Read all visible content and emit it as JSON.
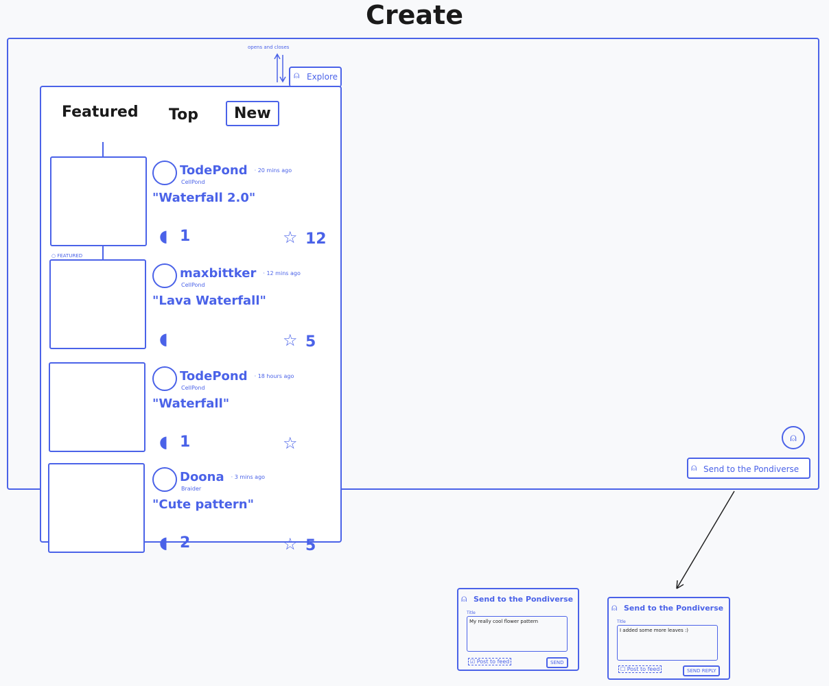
{
  "page": {
    "title": "Create"
  },
  "annotation": {
    "opens_closes": "opens and closes"
  },
  "explore_tab": {
    "label": "Explore",
    "icon": "rocket-icon"
  },
  "feed": {
    "tabs": [
      {
        "label": "Featured"
      },
      {
        "label": "Top"
      },
      {
        "label": "New",
        "selected": true
      }
    ],
    "featured_label": "FEATURED",
    "posts": [
      {
        "author": "TodePond",
        "project": "CellPond",
        "time": "20 mins ago",
        "title": "\"Waterfall 2.0\"",
        "comments": "1",
        "stars": "12"
      },
      {
        "author": "maxbittker",
        "project": "CellPond",
        "time": "12 mins ago",
        "title": "\"Lava Waterfall\"",
        "comments": "",
        "stars": "5"
      },
      {
        "author": "TodePond",
        "project": "CellPond",
        "time": "18 hours ago",
        "title": "\"Waterfall\"",
        "comments": "1",
        "stars": ""
      },
      {
        "author": "Doona",
        "project": "Braider",
        "time": "3 mins ago",
        "title": "\"Cute pattern\"",
        "comments": "2",
        "stars": "5"
      }
    ]
  },
  "canvas": {
    "send_button": "Send to the Pondiverse"
  },
  "dialogs": [
    {
      "heading": "Send to the Pondiverse",
      "title_label": "Title",
      "title_value": "My really cool flower pattern",
      "checkbox_label": "Post to feed",
      "checked": true,
      "button": "SEND"
    },
    {
      "heading": "Send to the Pondiverse",
      "title_label": "Title",
      "title_value": "I added some more leaves :)",
      "checkbox_label": "Post to feed",
      "checked": false,
      "button": "SEND REPLY"
    }
  ],
  "colors": {
    "accent": "#4a62e8",
    "background": "#f8f9fb"
  }
}
